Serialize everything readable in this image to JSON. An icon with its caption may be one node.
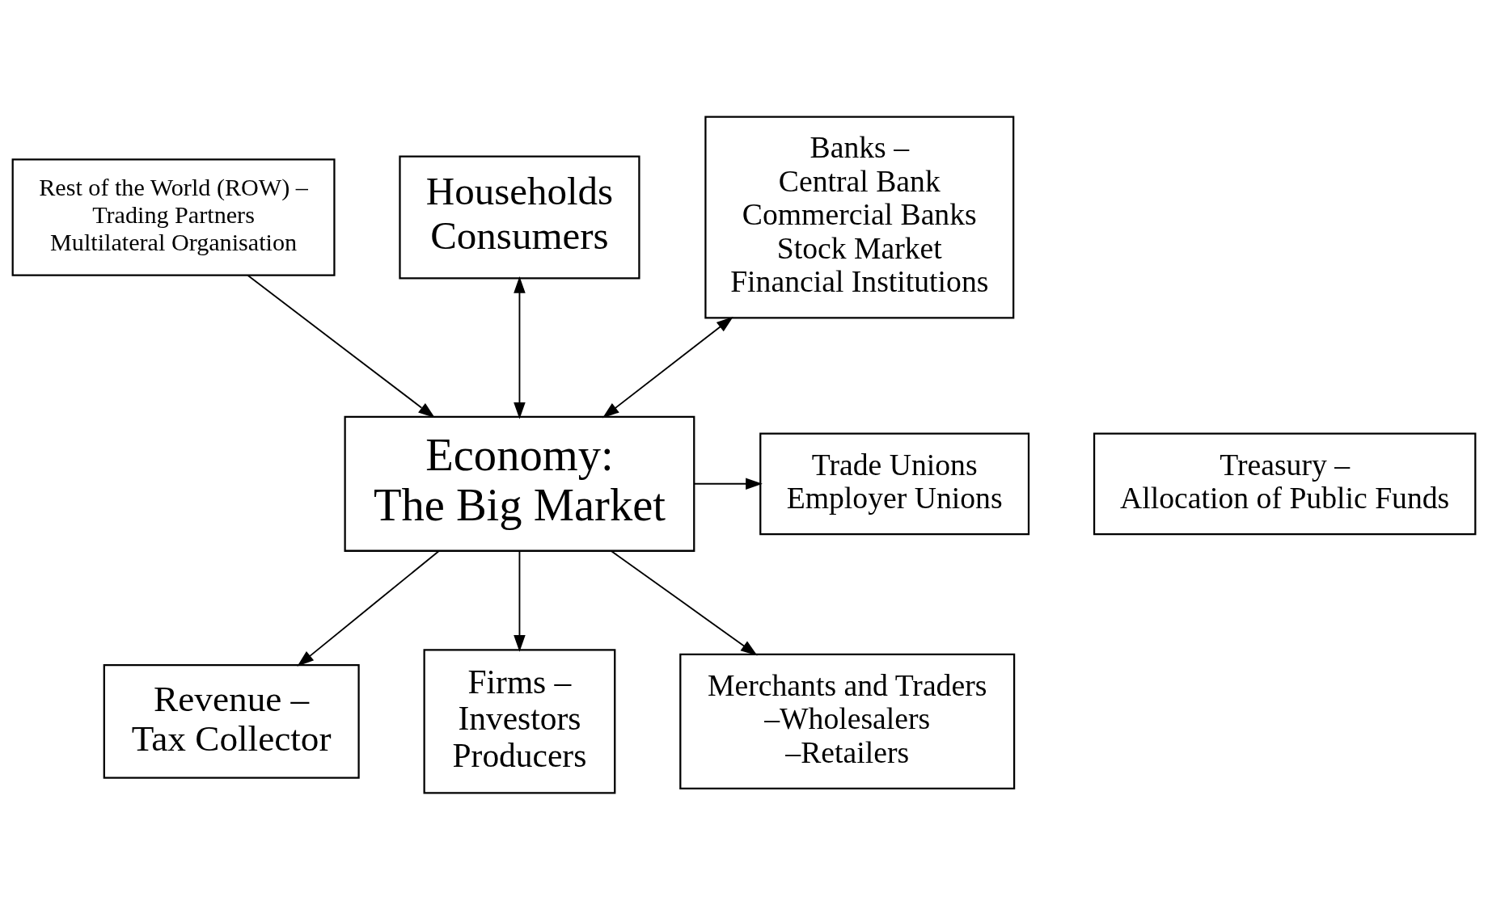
{
  "diagram": {
    "nodes": [
      {
        "text": [
          "Rest of the World (ROW) –",
          "Trading Partners",
          "Multilateral Organisation"
        ]
      },
      {
        "text": [
          "Households",
          "Consumers"
        ]
      },
      {
        "text": [
          "Banks –",
          "Central Bank",
          "Commercial Banks",
          "Stock Market",
          "Financial Institutions"
        ]
      },
      {
        "text": [
          "Economy:",
          "The Big Market"
        ]
      },
      {
        "text": [
          "Treasury –",
          "Allocation of Public Funds"
        ]
      },
      {
        "text": [
          "Trade Unions",
          "Employer Unions"
        ]
      },
      {
        "text": [
          "Revenue –",
          "Tax Collector"
        ]
      },
      {
        "text": [
          "Firms –",
          "Investors",
          "Producers"
        ]
      },
      {
        "text": [
          "Merchants and Traders",
          "–Wholesalers",
          "–Retailers"
        ]
      }
    ],
    "edges": [
      {
        "from": 0,
        "to": 3,
        "arrow": "to"
      },
      {
        "from": 3,
        "to": 1,
        "arrow": "both"
      },
      {
        "from": 3,
        "to": 2,
        "arrow": "both"
      },
      {
        "from": 3,
        "to": 5,
        "arrow": "to"
      },
      {
        "from": 3,
        "to": 6,
        "arrow": "to"
      },
      {
        "from": 3,
        "to": 7,
        "arrow": "to"
      },
      {
        "from": 3,
        "to": 8,
        "arrow": "to"
      }
    ]
  }
}
